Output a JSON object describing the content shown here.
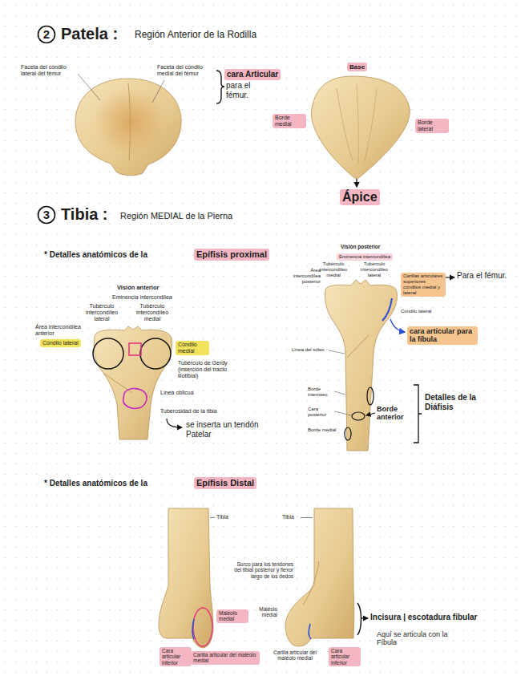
{
  "diagram": {
    "nodes": [
      {
        "text": [
          "cara Articular"
        ]
      },
      {
        "text": [
          "Base"
        ]
      },
      {
        "text": [
          "Borde medial"
        ]
      },
      {
        "text": [
          "Borde lateral"
        ]
      },
      {
        "text": [
          "Ápice"
        ]
      },
      {
        "text": [
          "Epífisis proximal"
        ]
      },
      {
        "text": [
          "Eminencia intercondílea"
        ]
      },
      {
        "text": [
          "Carillas articulares superiores cóndilos medial y lateral"
        ]
      },
      {
        "text": [
          "Cóndilo lateral"
        ]
      },
      {
        "text": [
          "Cóndilo medial"
        ]
      },
      {
        "text": [
          "cara articular para la fíbula"
        ]
      },
      {
        "text": [
          "Epífisis Distal"
        ]
      },
      {
        "text": [
          "Maléolo medial"
        ]
      },
      {
        "text": [
          "Cara articular inferior"
        ]
      },
      {
        "text": [
          "Carilla articular del maléolo medial"
        ]
      },
      {
        "text": [
          "Cara articular inferior"
        ]
      }
    ],
    "labels": [
      "2",
      "Patela :",
      "Región Anterior de la Rodilla",
      "Faceta del cóndilo lateral del fémur",
      "Faceta del cóndilo medial del fémur",
      "para el fémur.",
      "3",
      "Tibia :",
      "Región MEDIAL de la Pierna",
      "* Detalles anatómicos de la",
      "Visión posterior",
      "Tubérculo intercondíleo medial",
      "Tubérculo intercondíleo lateral",
      "Área intercondílea posterior",
      "Para el fémur.",
      "Visión anterior",
      "Eminencia intercondílea",
      "Tubérculo intercondíleo lateral",
      "Tubérculo intercondíleo medial",
      "Área intercondílea anterior",
      "Cóndilo lateral",
      "Tubérculo de Gerdy (inserción del tracto iliotibial)",
      "Línea del sóleo",
      "Línea oblicua",
      "Borde interóseo",
      "Detalles de la Diáfisis",
      "Tuberosidad de la tibia",
      "Cara posterior",
      "Borde anterior",
      "se inserta un tendón Patelar",
      "Borde medial",
      "* Detalles anatómicos de la",
      "Tibia",
      "Tibia",
      "Surco para los tendones del tibial posterior y flexor largo de los dedos",
      "Maléolo medial",
      "Incisura | escotadura fibular",
      "Aquí se articula con la Fíbula",
      "Carilla articular del maléolo medial"
    ]
  }
}
